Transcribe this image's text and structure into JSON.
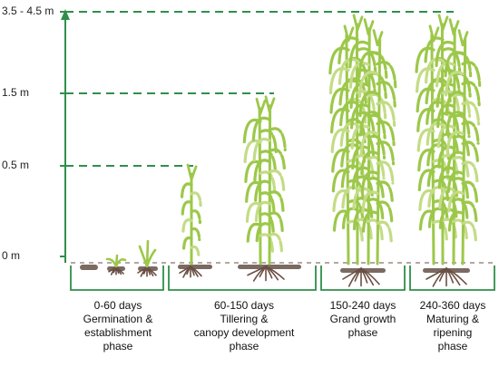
{
  "diagram": {
    "y_axis": {
      "ticks": [
        "3.5 - 4.5 m",
        "1.5 m",
        "0.5 m",
        "0 m"
      ]
    },
    "phases": [
      {
        "days": "0-60 days",
        "name_lines": [
          "Germination &",
          "establishment",
          "phase"
        ]
      },
      {
        "days": "60-150 days",
        "name_lines": [
          "Tillering &",
          "canopy development",
          "phase"
        ]
      },
      {
        "days": "150-240 days",
        "name_lines": [
          "Grand growth",
          "phase"
        ]
      },
      {
        "days": "240-360 days",
        "name_lines": [
          "Maturing &",
          "ripening",
          "phase"
        ]
      }
    ],
    "colors": {
      "axis": "#2f8f4a",
      "leaf": "#9cc84a",
      "leaf_light": "#c3dc86",
      "soil": "#7a6a62",
      "root": "#6b4f44"
    },
    "icons": [
      "sugarcane-plant-icon",
      "root-icon",
      "seed-sett-icon"
    ]
  }
}
